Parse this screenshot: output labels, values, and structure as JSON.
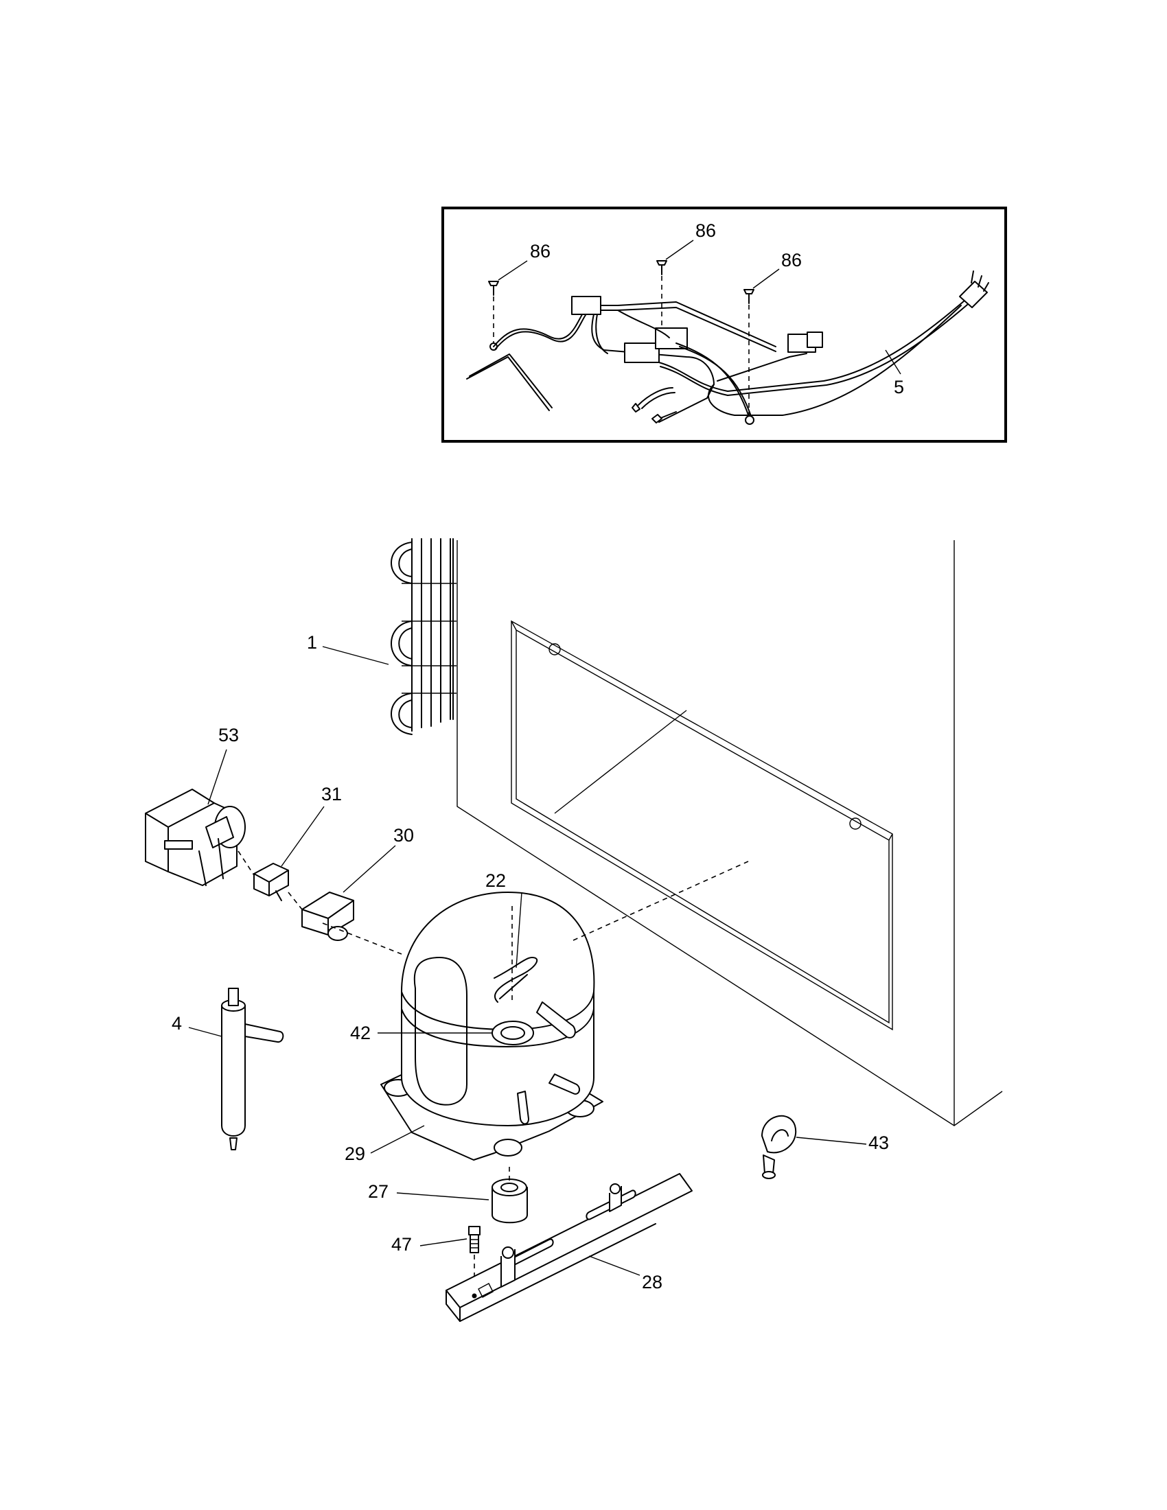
{
  "callouts": {
    "p86a": "86",
    "p86b": "86",
    "p86c": "86",
    "p5": "5",
    "p1": "1",
    "p53": "53",
    "p31": "31",
    "p30": "30",
    "p22": "22",
    "p4": "4",
    "p42": "42",
    "p29": "29",
    "p27": "27",
    "p47": "47",
    "p28": "28",
    "p43": "43"
  }
}
